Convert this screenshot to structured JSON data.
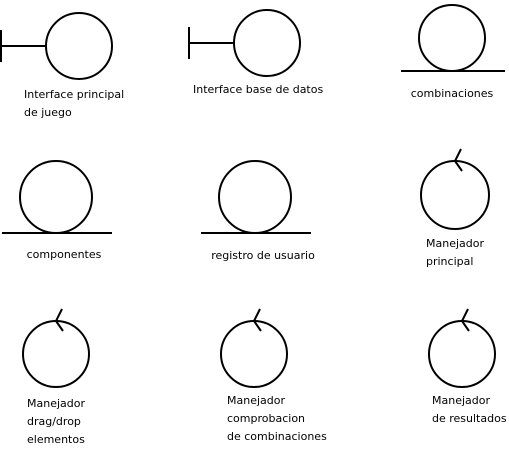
{
  "elements": [
    {
      "id": "interface-principal",
      "kind": "boundary",
      "label": [
        "Interface principal",
        "de juego"
      ]
    },
    {
      "id": "interface-base-datos",
      "kind": "boundary",
      "label": [
        "Interface base de datos"
      ]
    },
    {
      "id": "combinaciones",
      "kind": "entity",
      "label": [
        "combinaciones"
      ]
    },
    {
      "id": "componentes",
      "kind": "entity",
      "label": [
        "componentes"
      ]
    },
    {
      "id": "registro-usuario",
      "kind": "entity",
      "label": [
        "registro de usuario"
      ]
    },
    {
      "id": "manejador-principal",
      "kind": "control",
      "label": [
        "Manejador",
        "principal"
      ]
    },
    {
      "id": "manejador-drag-drop",
      "kind": "control",
      "label": [
        "Manejador",
        "drag/drop",
        "elementos"
      ]
    },
    {
      "id": "manejador-comprobacion",
      "kind": "control",
      "label": [
        "Manejador",
        "comprobacion",
        "de combinaciones"
      ]
    },
    {
      "id": "manejador-resultados",
      "kind": "control",
      "label": [
        "Manejador",
        "de resultados"
      ]
    }
  ]
}
